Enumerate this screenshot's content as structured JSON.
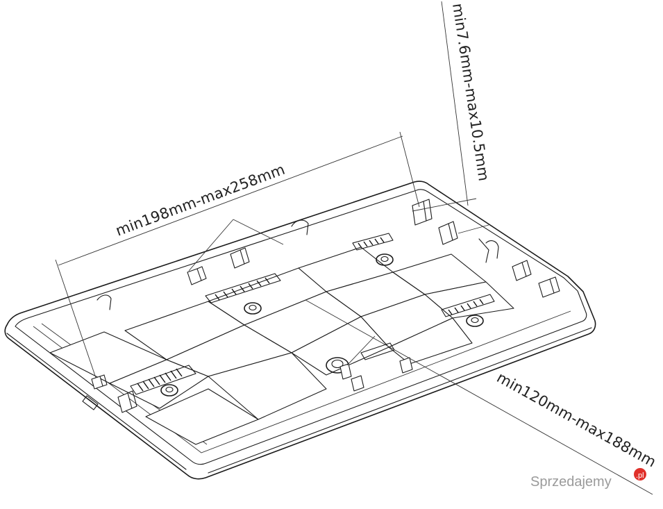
{
  "diagram": {
    "dimensions": {
      "width": "min198mm-max258mm",
      "height": "min120mm-max188mm",
      "thickness": "min7.6mm-max10.5mm"
    },
    "watermark": {
      "brand": "Sprzedajemy",
      "tld": ".pl",
      "color": "#9a9a9a",
      "accent": "#e0302a"
    }
  }
}
